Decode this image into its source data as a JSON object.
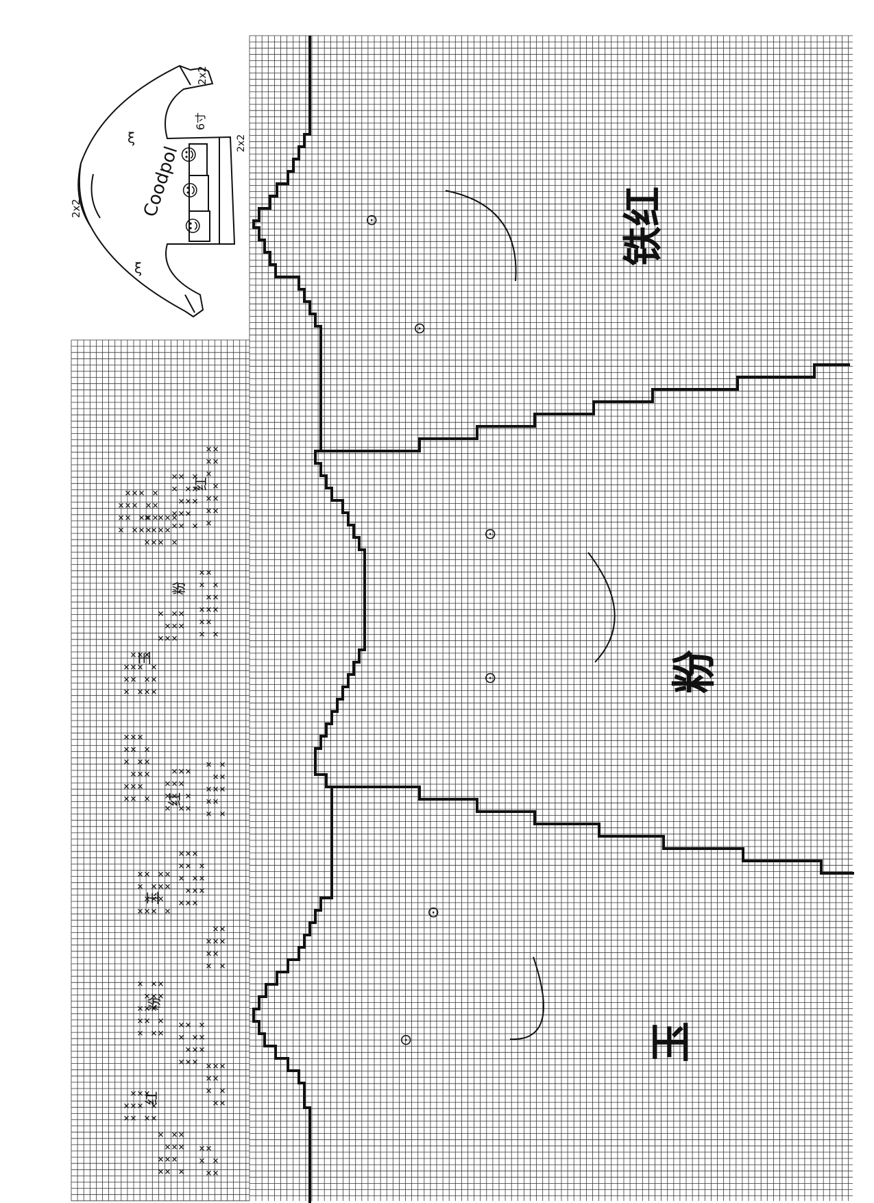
{
  "colors": {
    "paper": "#ffffff",
    "grid": "#2a2a2a",
    "ink": "#111111"
  },
  "sketch": {
    "brand_text": "Coodpol",
    "cuff_note": "2x2",
    "neck_note": "2x2",
    "hem_note": "2x2",
    "size_note": "6寸",
    "sleeve_mark_upper": "ξ",
    "sleeve_mark_lower": "ξ",
    "face_glyph": "☺"
  },
  "regions": {
    "top_label": "铁红",
    "middle_label": "粉",
    "bottom_label": "玉"
  },
  "pattern_labels": {
    "group_1_color_a": "红",
    "group_1_color_b": "粉",
    "group_1_color_c": "玉",
    "group_2_color_a": "红",
    "group_2_color_b": "玉",
    "group_2_color_c": "粉",
    "group_2_color_d": "红"
  },
  "circle_marks": {
    "mark": "⊙"
  }
}
